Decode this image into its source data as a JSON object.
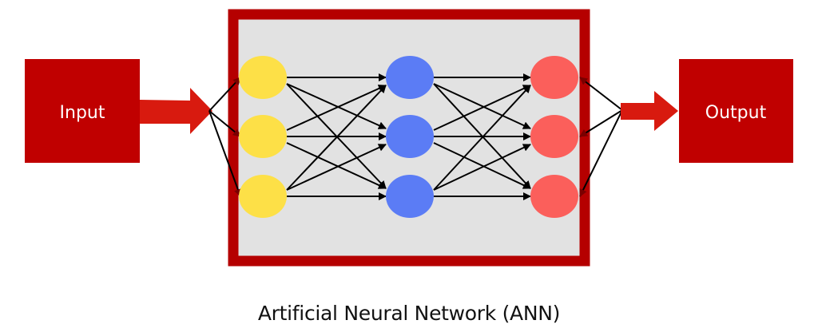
{
  "diagram": {
    "title": "Artificial Neural Network (ANN)",
    "input_label": "Input",
    "output_label": "Output",
    "layers": [
      {
        "name": "input-layer",
        "nodes": 3,
        "color": "#fde047"
      },
      {
        "name": "hidden-layer",
        "nodes": 3,
        "color": "#5b7cf5"
      },
      {
        "name": "output-layer",
        "nodes": 3,
        "color": "#fb5f5b"
      }
    ],
    "connections": "fully-connected",
    "colors": {
      "box": "#c00000",
      "arrow": "#d81a0f",
      "panel_border": "#b50000",
      "panel_fill": "#e2e2e2",
      "edge": "#000000"
    }
  }
}
